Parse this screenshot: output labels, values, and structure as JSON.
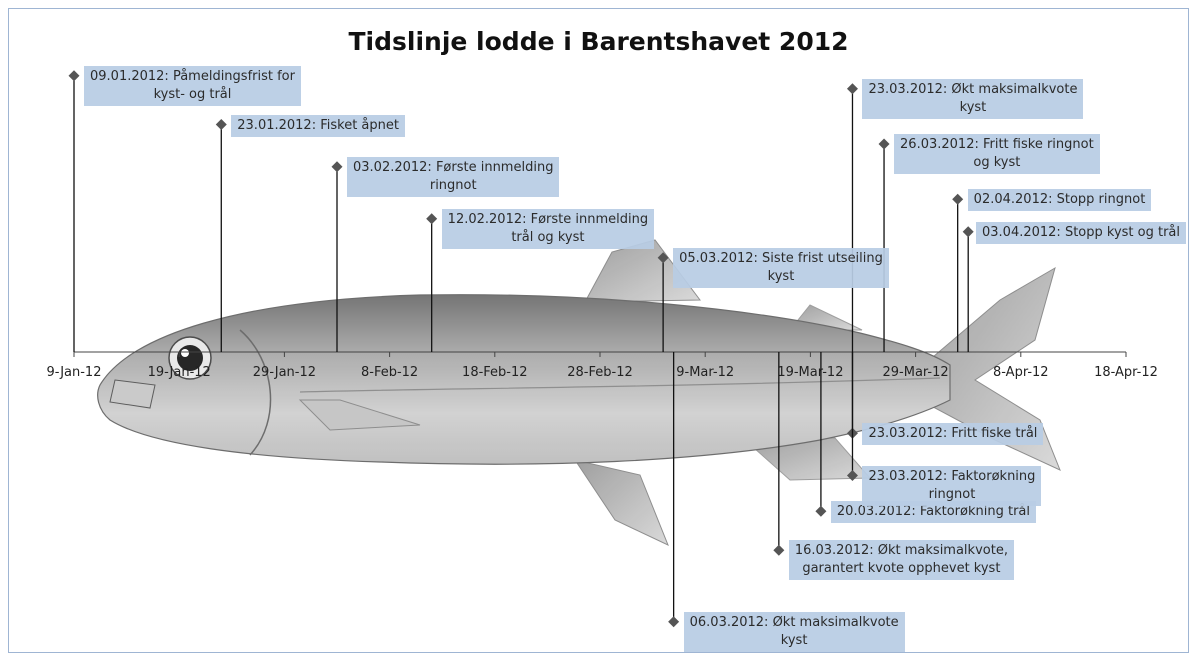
{
  "chart_data": {
    "type": "timeline",
    "title": "Tidslinje lodde i Barentshavet 2012",
    "x_axis": {
      "type": "date",
      "range": [
        "2012-01-09",
        "2012-04-18"
      ],
      "tick_labels": [
        "9-Jan-12",
        "19-Jan-12",
        "29-Jan-12",
        "8-Feb-12",
        "18-Feb-12",
        "28-Feb-12",
        "9-Mar-12",
        "19-Mar-12",
        "29-Mar-12",
        "8-Apr-12",
        "18-Apr-12"
      ]
    },
    "grid": false,
    "legend": "none",
    "background_image": "capelin-fish-illustration",
    "colors": {
      "label_fill": "#b8cce4",
      "marker": "#555555",
      "stem": "#111111",
      "axis": "#444444"
    },
    "events": [
      {
        "date": "2012-01-09",
        "height": 85,
        "lines": [
          "09.01.2012: Påmeldingsfrist for",
          "kyst- og trål"
        ]
      },
      {
        "date": "2012-01-23",
        "height": 70,
        "lines": [
          "23.01.2012: Fisket åpnet"
        ]
      },
      {
        "date": "2012-02-03",
        "height": 57,
        "lines": [
          "03.02.2012: Første innmelding",
          "ringnot"
        ]
      },
      {
        "date": "2012-02-12",
        "height": 41,
        "lines": [
          "12.02.2012: Første innmelding",
          "trål og kyst"
        ]
      },
      {
        "date": "2012-03-05",
        "height": 29,
        "lines": [
          "05.03.2012: Siste frist utseiling",
          "kyst"
        ]
      },
      {
        "date": "2012-03-06",
        "height": -83,
        "lines": [
          "06.03.2012: Økt maksimalkvote",
          "kyst"
        ]
      },
      {
        "date": "2012-03-16",
        "height": -61,
        "lines": [
          "16.03.2012: Økt maksimalkvote,",
          "garantert kvote opphevet kyst"
        ]
      },
      {
        "date": "2012-03-20",
        "height": -49,
        "lines": [
          "20.03.2012: Faktorøkning trål"
        ]
      },
      {
        "date": "2012-03-23",
        "height": 81,
        "lines": [
          "23.03.2012: Økt maksimalkvote",
          "kyst"
        ]
      },
      {
        "date": "2012-03-23",
        "height": -25,
        "lines": [
          "23.03.2012: Fritt fiske trål"
        ]
      },
      {
        "date": "2012-03-23",
        "height": -38,
        "lines": [
          "23.03.2012: Faktorøkning",
          "ringnot"
        ]
      },
      {
        "date": "2012-03-26",
        "height": 64,
        "lines": [
          "26.03.2012: Fritt fiske ringnot",
          "og kyst"
        ]
      },
      {
        "date": "2012-04-02",
        "height": 47,
        "lines": [
          "02.04.2012: Stopp ringnot"
        ]
      },
      {
        "date": "2012-04-03",
        "height": 37,
        "lines": [
          "03.04.2012: Stopp kyst og trål"
        ]
      }
    ]
  }
}
